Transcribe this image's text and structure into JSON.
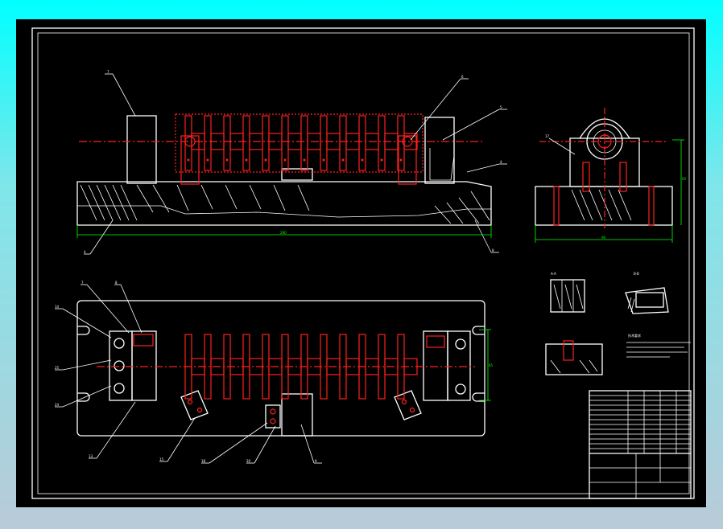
{
  "drawing": {
    "background": "#000000",
    "line_color": "#ffffff",
    "part_color": "#ff2020",
    "dim_color": "#00ff00",
    "dimensions": {
      "front_length": "280",
      "side_width": "90",
      "side_height": "65",
      "plan_height": "85"
    },
    "balloons": {
      "top_left": "7",
      "top_mid": "6",
      "top_right1": "5",
      "top_right2": "4",
      "bottom_left": "4",
      "bottom_right": "8",
      "side_view": "17",
      "plan_7": "7",
      "plan_8": "8",
      "plan_14": "14",
      "plan_25": "25",
      "plan_24": "24",
      "plan_13": "13",
      "plan_15": "15",
      "plan_18": "18",
      "plan_20": "20",
      "plan_9": "9"
    },
    "section_labels": {
      "detail_a": "A-A",
      "detail_b": "B-B"
    },
    "notes_title": "技术要求"
  }
}
